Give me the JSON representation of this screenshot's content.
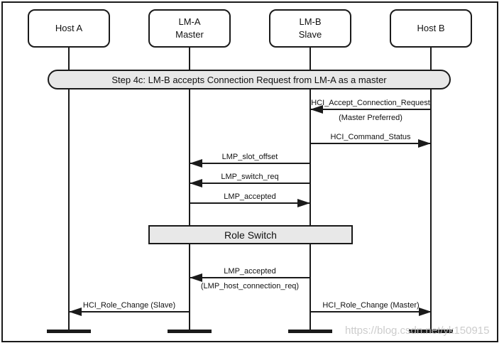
{
  "diagram": {
    "banner": "Step 4c: LM-B accepts Connection Request from LM-A as a master",
    "role_switch": "Role Switch",
    "watermark": "https://blog.csdn.net/yk150915",
    "colors": {
      "line": "#1a1a1a",
      "fill_gray": "#e8e8e8",
      "background": "#ffffff",
      "watermark_gray": "#c4c4c4"
    }
  },
  "actors": [
    {
      "line1": "Host A",
      "line2": ""
    },
    {
      "line1": "LM-A",
      "line2": "Master"
    },
    {
      "line1": "LM-B",
      "line2": "Slave"
    },
    {
      "line1": "Host B",
      "line2": ""
    }
  ],
  "messages": [
    {
      "label": "HCI_Accept_Connection_Request",
      "sublabel": "(Master Preferred)",
      "from": "Host B",
      "to": "LM-B",
      "direction": "left"
    },
    {
      "label": "HCI_Command_Status",
      "sublabel": "",
      "from": "LM-B",
      "to": "Host B",
      "direction": "right"
    },
    {
      "label": "LMP_slot_offset",
      "sublabel": "",
      "from": "LM-B",
      "to": "LM-A",
      "direction": "left"
    },
    {
      "label": "LMP_switch_req",
      "sublabel": "",
      "from": "LM-B",
      "to": "LM-A",
      "direction": "left"
    },
    {
      "label": "LMP_accepted",
      "sublabel": "",
      "from": "LM-A",
      "to": "LM-B",
      "direction": "right"
    },
    {
      "label": "LMP_accepted",
      "sublabel": "(LMP_host_connection_req)",
      "from": "LM-B",
      "to": "LM-A",
      "direction": "left"
    },
    {
      "label": "HCI_Role_Change (Slave)",
      "sublabel": "",
      "from": "LM-A",
      "to": "Host A",
      "direction": "left"
    },
    {
      "label": "HCI_Role_Change (Master)",
      "sublabel": "",
      "from": "LM-B",
      "to": "Host B",
      "direction": "right"
    }
  ]
}
